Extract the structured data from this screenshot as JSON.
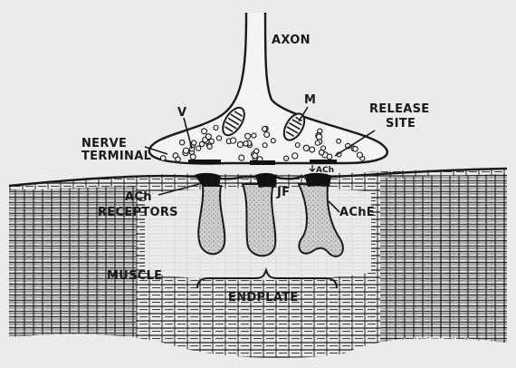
{
  "diagram": {
    "labels": {
      "axon": "AXON",
      "v": "V",
      "m": "M",
      "release_site": [
        "RELEASE",
        "SITE"
      ],
      "nerve_terminal": [
        "NERVE",
        "TERMINAL"
      ],
      "ach_receptors": [
        "ACh",
        "RECEPTORS"
      ],
      "ach_small": "ACh",
      "jf": "JF",
      "ache": "AChE",
      "muscle": "MUSCLE",
      "endplate": "ENDPLATE"
    },
    "colors": {
      "background": "#ebebeb",
      "ink": "#1a1a1a",
      "fold_fill": "#c9c9c9",
      "terminal_fill": "#f4f4f4"
    }
  }
}
